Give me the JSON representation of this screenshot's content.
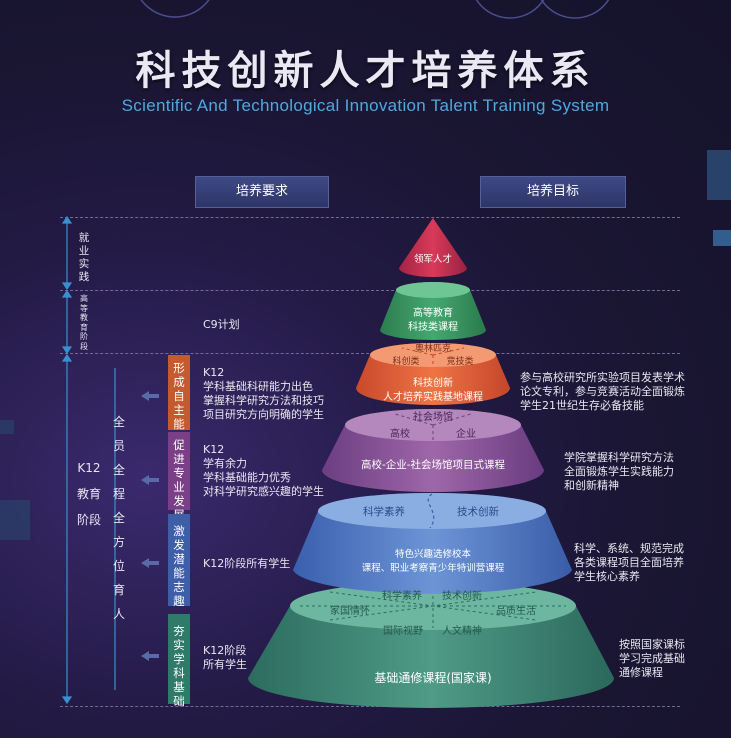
{
  "title": "科技创新人才培养体系",
  "subtitle": "Scientific And Technological Innovation Talent Training System",
  "headers": {
    "requirements": "培养要求",
    "goals": "培养目标"
  },
  "left_stages": {
    "employment": "就业实践",
    "higher_ed": "高等教育阶段",
    "k12": "K12教育阶段",
    "whole_process": "全员全程全方位育人"
  },
  "requirement_tags": [
    "形成自主能力",
    "促进专业发展",
    "激发潜能志趣",
    "夯实学科基础"
  ],
  "requirements": {
    "c9": "C9计划",
    "level3": [
      "K12",
      "学科基础科研能力出色",
      "掌握科学研究方法和技巧",
      "项目研究方向明确的学生"
    ],
    "level4": [
      "K12",
      "学有余力",
      "学科基础能力优秀",
      "对科学研究感兴趣的学生"
    ],
    "level5": [
      "K12阶段所有学生"
    ],
    "level6": [
      "K12阶段",
      "所有学生"
    ]
  },
  "pyramid": {
    "l1": "领军人才",
    "l2": [
      "高等教育",
      "科技类课程"
    ],
    "l3_top": [
      "奥林匹克",
      "科创类",
      "竞技类"
    ],
    "l3": [
      "科技创新",
      "人才培养实践基地课程"
    ],
    "l4_top": [
      "社会场馆",
      "高校",
      "企业"
    ],
    "l4": "高校-企业-社会场馆项目式课程",
    "l5_top": [
      "科学素养",
      "技术创新"
    ],
    "l5": [
      "特色兴趣选修校本",
      "课程、职业考察青少年特训营课程"
    ],
    "l6_top": [
      "科学素养",
      "技术创新",
      "家国情怀",
      "品质生活",
      "国际视野",
      "人文精神"
    ],
    "l6": "基础通修课程(国家课)"
  },
  "goals": {
    "level3": [
      "参与高校研究所实验项目发表学术",
      "论文专利，参与竞赛活动全面锻炼",
      "学生21世纪生存必备技能"
    ],
    "level4": [
      "学院掌握科学研究方法",
      "全面锻炼学生实践能力",
      "和创新精神"
    ],
    "level5": [
      "科学、系统、规范完成",
      "各类课程项目全面培养",
      "学生核心素养"
    ],
    "level6": [
      "按照国家课标",
      "学习完成基础",
      "通修课程"
    ]
  },
  "colors": {
    "red": "#c5344f",
    "green": "#3c9a6a",
    "orange": "#e4663f",
    "purple": "#8a4f97",
    "blue": "#4f7fc6",
    "teal": "#3a8c78"
  }
}
